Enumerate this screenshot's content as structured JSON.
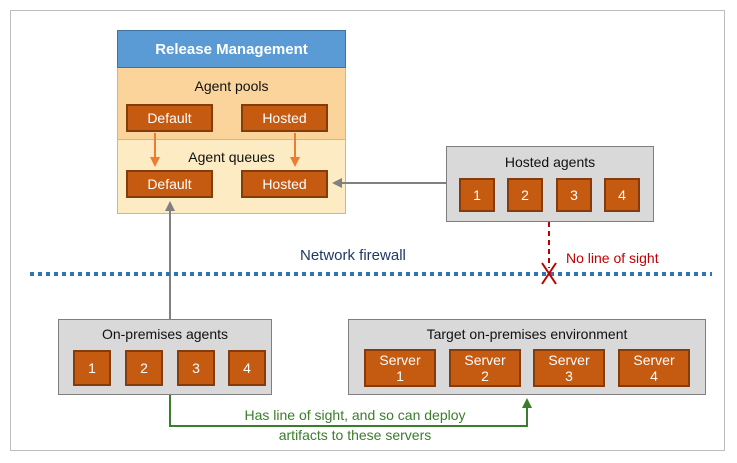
{
  "release_management": {
    "title": "Release Management",
    "pools_title": "Agent pools",
    "queues_title": "Agent queues",
    "pools": [
      "Default",
      "Hosted"
    ],
    "queues": [
      "Default",
      "Hosted"
    ]
  },
  "hosted_agents": {
    "title": "Hosted agents",
    "agents": [
      "1",
      "2",
      "3",
      "4"
    ]
  },
  "firewall": {
    "label": "Network firewall"
  },
  "no_line_of_sight": {
    "label": "No line of sight",
    "marker": "X"
  },
  "onprem_agents": {
    "title": "On-premises agents",
    "agents": [
      "1",
      "2",
      "3",
      "4"
    ]
  },
  "target_env": {
    "title": "Target on-premises environment",
    "servers": [
      {
        "label": "Server",
        "num": "1"
      },
      {
        "label": "Server",
        "num": "2"
      },
      {
        "label": "Server",
        "num": "3"
      },
      {
        "label": "Server",
        "num": "4"
      }
    ]
  },
  "deploy_note": {
    "line1": "Has line of sight, and so can deploy",
    "line2": "artifacts to these servers"
  },
  "colors": {
    "header_blue": "#5b9bd5",
    "pool_orange": "#fbd49c",
    "queue_light": "#fdebc4",
    "agent_orange": "#c55a11",
    "arrow_orange": "#ed7d31",
    "firewall_blue": "#2e75b6",
    "red": "#c00000",
    "green": "#3a7d2a",
    "gray": "#d9d9d9"
  }
}
